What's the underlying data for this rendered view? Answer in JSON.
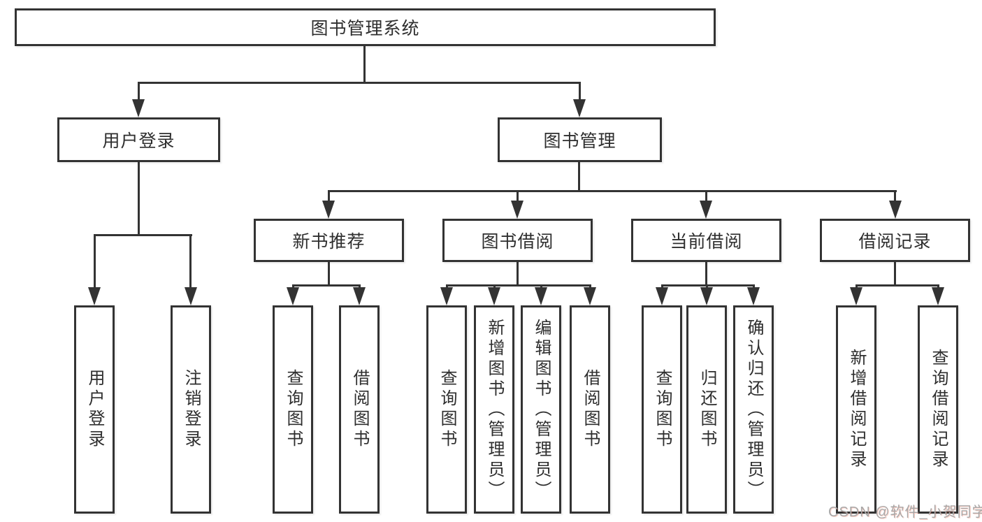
{
  "root": {
    "label": "图书管理系统",
    "children": [
      {
        "label": "用户登录",
        "children": [
          {
            "label": "用户登录"
          },
          {
            "label": "注销登录"
          }
        ]
      },
      {
        "label": "图书管理",
        "children": [
          {
            "label": "新书推荐",
            "children": [
              {
                "label": "查询图书"
              },
              {
                "label": "借阅图书"
              }
            ]
          },
          {
            "label": "图书借阅",
            "children": [
              {
                "label": "查询图书"
              },
              {
                "label": "新增图书（管理员）"
              },
              {
                "label": "编辑图书（管理员）"
              },
              {
                "label": "借阅图书"
              }
            ]
          },
          {
            "label": "当前借阅",
            "children": [
              {
                "label": "查询图书"
              },
              {
                "label": "归还图书"
              },
              {
                "label": "确认归还（管理员）"
              }
            ]
          },
          {
            "label": "借阅记录",
            "children": [
              {
                "label": "新增借阅记录"
              },
              {
                "label": "查询借阅记录"
              }
            ]
          }
        ]
      }
    ]
  },
  "watermark": {
    "text": "CSDN @软件_小贺同学"
  },
  "colors": {
    "line": "#333333",
    "text": "#2e2e2e",
    "watermark": "#a8a8a8"
  }
}
